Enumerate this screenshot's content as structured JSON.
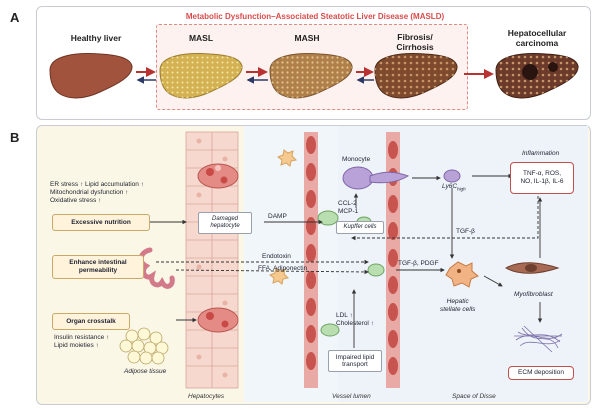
{
  "panel_a": {
    "letter": "A",
    "title": "Metabolic Dysfunction–Associated Steatotic Liver Disease (MASLD)",
    "stages": [
      "Healthy liver",
      "MASL",
      "MASH",
      "Fibrosis/\nCirrhosis",
      "Hepatocellular\ncarcinoma"
    ]
  },
  "panel_b": {
    "letter": "B",
    "stress_lines": [
      "ER stress ↑ Lipid accumulation ↑",
      "Mitochondrial dysfunction ↑",
      "Oxidative stress ↑"
    ],
    "excessive_nutrition": "Excessive nutrition",
    "enhance_permeability": "Enhance intestinal\npermeability",
    "organ_crosstalk": "Organ crosstalk",
    "crosstalk_lines": [
      "Insulin resistance ↑",
      "Lipid moieties ↑"
    ],
    "adipose_tissue": "Adipose tissue",
    "damaged_hepatocyte": "Damaged\nhepatocyte",
    "damp": "DAMP",
    "endotoxin": "Endotoxin",
    "ffa_adiponectin": "FFA, Adiponectin",
    "monocyte": "Monocyte",
    "ccl2": "CCL-2",
    "mcp1": "MCP-1",
    "kupffer_cells": "Kupffer cells",
    "ly6c": "Ly6C",
    "ly6c_sub": "high",
    "inflammation": "Inflammation",
    "cytokines": "TNF-α, ROS,\nNO, IL-1β, IL-6",
    "tgfb": "TGF-β",
    "tgfb_pdgf": "TGF-β, PDGF",
    "hepatic_stellate": "Hepatic\nstellate cells",
    "myofibroblast": "Myofibroblast",
    "ldl": "LDL ↑",
    "cholesterol": "Cholesterol ↑",
    "impaired_lipid": "Impaired lipid\ntransport",
    "ecm": "ECM deposition",
    "bottom": [
      "Hepatocytes",
      "Vessel lumen",
      "Space of Disse"
    ]
  },
  "colors": {
    "accent_red": "#d94b4b",
    "arrow_red": "#b83232",
    "arrow_navy": "#2d3a66",
    "healthy_liver": "#a2533e",
    "masl_liver": "#d4b152",
    "mash_liver": "#b0804a",
    "fibrosis_liver": "#7e4a2e",
    "hcc_liver": "#6b3a2a"
  }
}
